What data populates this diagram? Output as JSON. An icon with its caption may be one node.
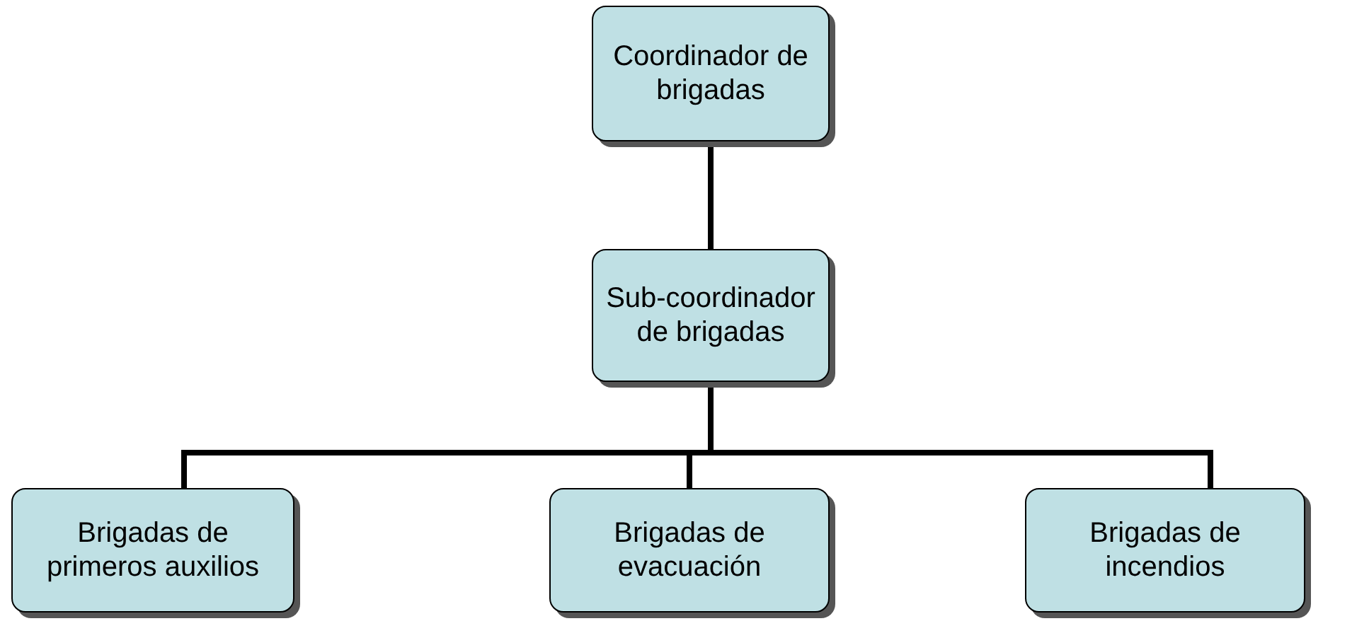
{
  "diagram": {
    "nodes": [
      {
        "text": [
          "Coordinador de brigadas"
        ]
      },
      {
        "text": [
          "Sub-coordinador de brigadas"
        ]
      },
      {
        "text": [
          "Brigadas de primeros auxilios"
        ]
      },
      {
        "text": [
          "Brigadas de evacuación"
        ]
      },
      {
        "text": [
          "Brigadas de incendios"
        ]
      }
    ],
    "edges": [
      {
        "from": 0,
        "to": 1,
        "arrow": "none"
      },
      {
        "from": 1,
        "to": 2,
        "arrow": "none"
      },
      {
        "from": 1,
        "to": 3,
        "arrow": "none"
      },
      {
        "from": 1,
        "to": 4,
        "arrow": "none"
      }
    ]
  }
}
